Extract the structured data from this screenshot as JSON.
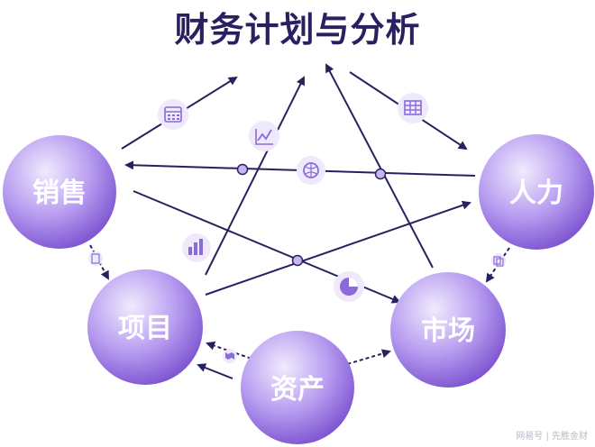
{
  "title": "财务计划与分析",
  "nodes": {
    "sales": "销售",
    "hr": "人力",
    "project": "项目",
    "market": "市场",
    "assets": "资产"
  },
  "watermark": "网易号 | 先胜金财",
  "colors": {
    "title": "#2a2060",
    "arrow": "#2a2060",
    "node_light": "#e9e2fb",
    "node_dark": "#8a63d8",
    "icon_bg": "#eee9fb",
    "icon_stroke": "#8b6bd9"
  }
}
